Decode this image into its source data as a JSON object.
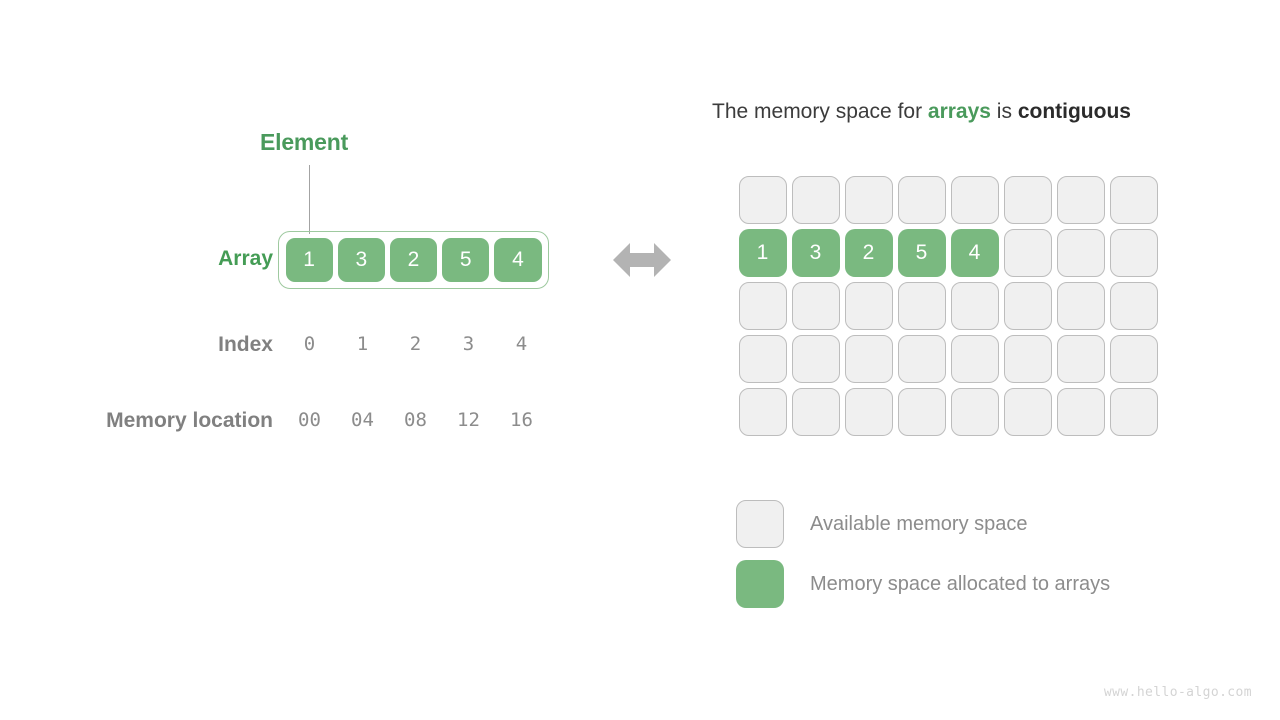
{
  "left": {
    "element_label": "Element",
    "row_labels": {
      "array": "Array",
      "index": "Index",
      "memory": "Memory location"
    },
    "array_values": [
      "1",
      "3",
      "2",
      "5",
      "4"
    ],
    "index_values": [
      "0",
      "1",
      "2",
      "3",
      "4"
    ],
    "memory_values": [
      "00",
      "04",
      "08",
      "12",
      "16"
    ]
  },
  "center": {
    "arrow_icon": "double-headed-horizontal-arrow",
    "arrow_color": "#b3b3b3"
  },
  "right": {
    "title": {
      "part1": "The memory space for ",
      "highlight_green": "arrays",
      "part2": " is ",
      "highlight_dark": "contiguous"
    },
    "grid": {
      "columns": 8,
      "rows": 5,
      "filled_row_index": 1,
      "filled_values": [
        "1",
        "3",
        "2",
        "5",
        "4"
      ]
    },
    "legend": [
      {
        "swatch": "empty",
        "label": "Available memory space"
      },
      {
        "swatch": "filled",
        "label": "Memory space allocated to arrays"
      }
    ]
  },
  "watermark": "www.hello-algo.com",
  "colors": {
    "green_fill": "#7ab980",
    "green_text": "#4a9a5c",
    "gray_text": "#8c8c8c",
    "empty_cell": "#f0f0f0",
    "empty_border": "#bdbdbd",
    "arrow": "#b3b3b3",
    "watermark": "#d4d4d4"
  }
}
